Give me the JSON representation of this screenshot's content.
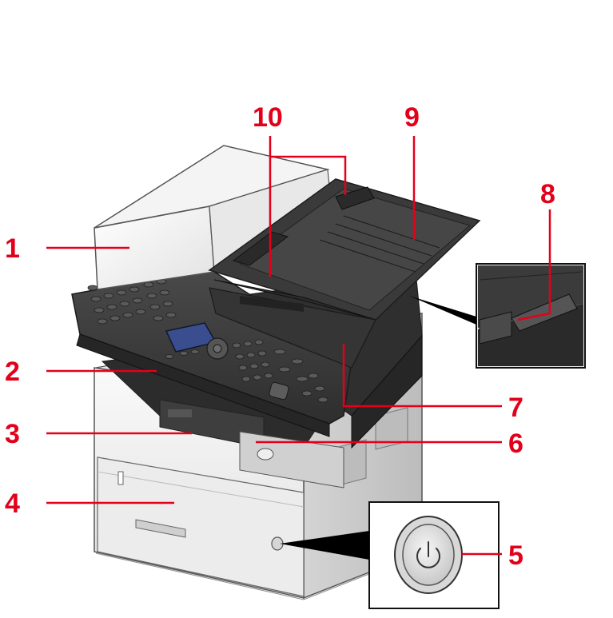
{
  "colors": {
    "callout": "#e3001b",
    "body_light": "#f3f3f3",
    "body_mid": "#d9d9d9",
    "panel_dark": "#3d3d3d",
    "lcd": "#3a4d8f"
  },
  "callouts": [
    {
      "id": "1",
      "label": "1"
    },
    {
      "id": "2",
      "label": "2"
    },
    {
      "id": "3",
      "label": "3"
    },
    {
      "id": "4",
      "label": "4"
    },
    {
      "id": "5",
      "label": "5"
    },
    {
      "id": "6",
      "label": "6"
    },
    {
      "id": "7",
      "label": "7"
    },
    {
      "id": "8",
      "label": "8"
    },
    {
      "id": "9",
      "label": "9"
    },
    {
      "id": "10",
      "label": "10"
    }
  ],
  "icons": {
    "power": "power-icon"
  }
}
